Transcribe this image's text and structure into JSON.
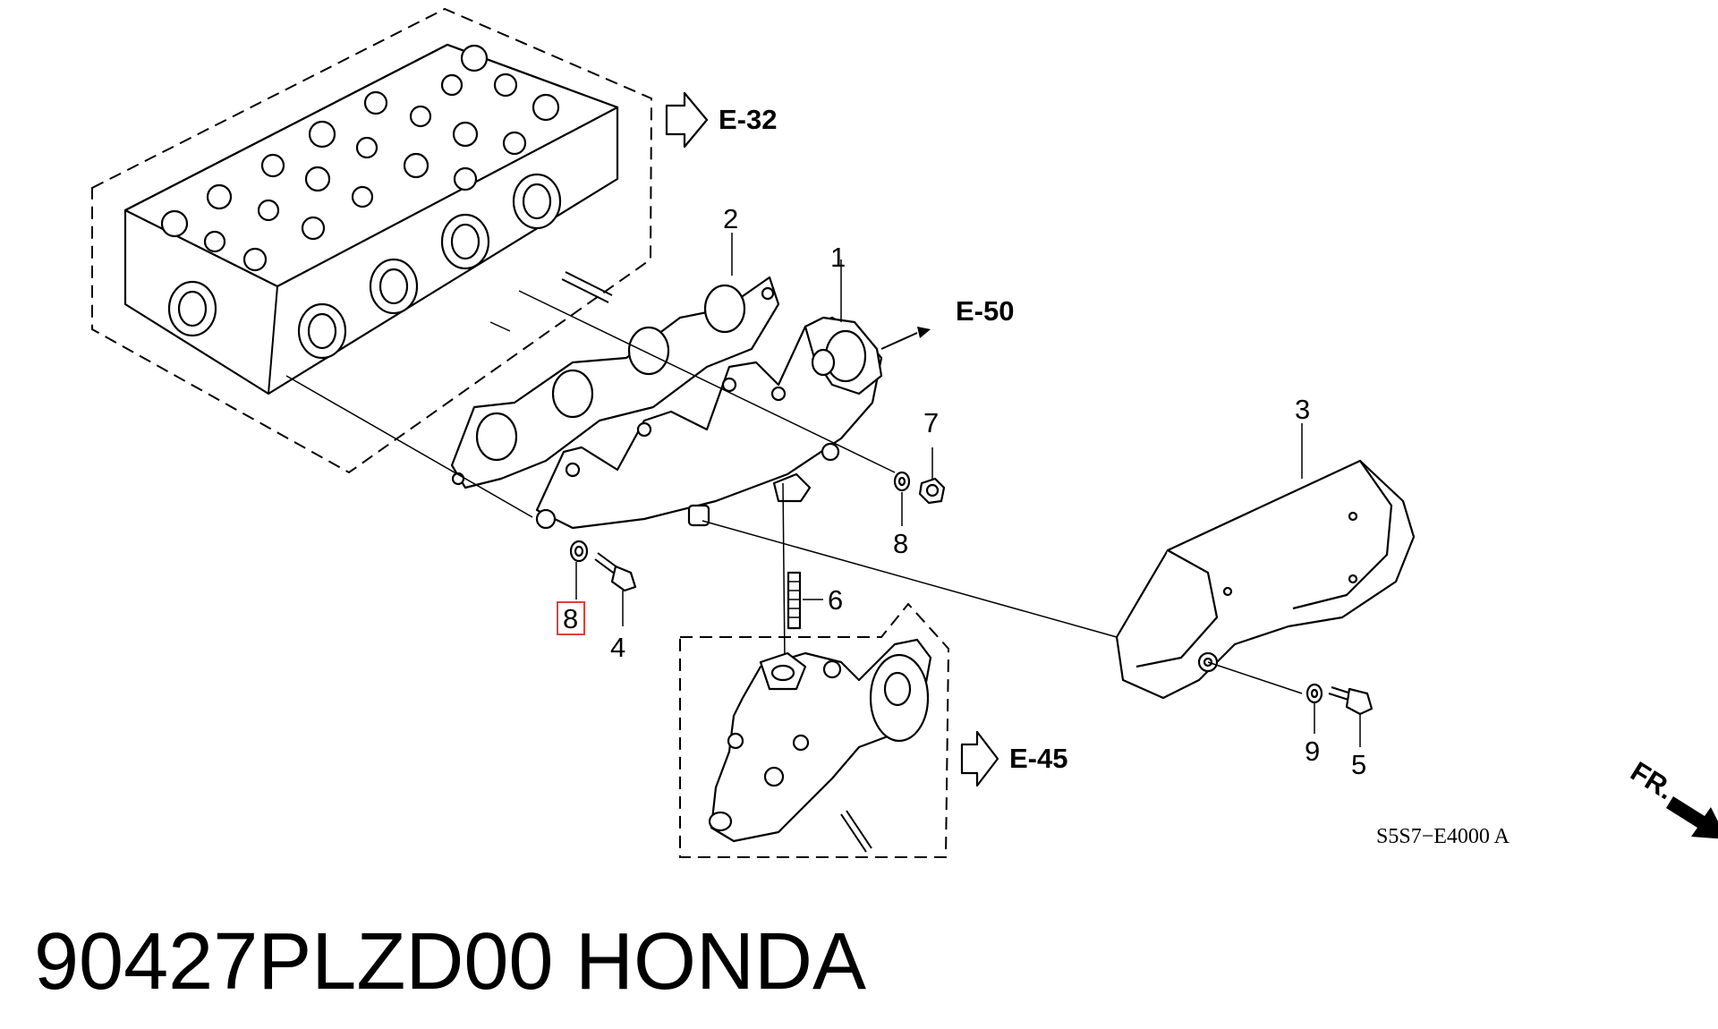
{
  "callouts": {
    "c1": "1",
    "c2": "2",
    "c3": "3",
    "c4": "4",
    "c5": "5",
    "c6": "6",
    "c7": "7",
    "c8a": "8",
    "c8b": "8",
    "c9": "9"
  },
  "references": {
    "e32": "E-32",
    "e50": "E-50",
    "e45": "E-45"
  },
  "diagram_code": "S5S7−E4000 A",
  "front_label": "FR.",
  "footer": {
    "part_number": "90427PLZD00",
    "brand": "HONDA"
  },
  "highlight_color": "#e0403a"
}
